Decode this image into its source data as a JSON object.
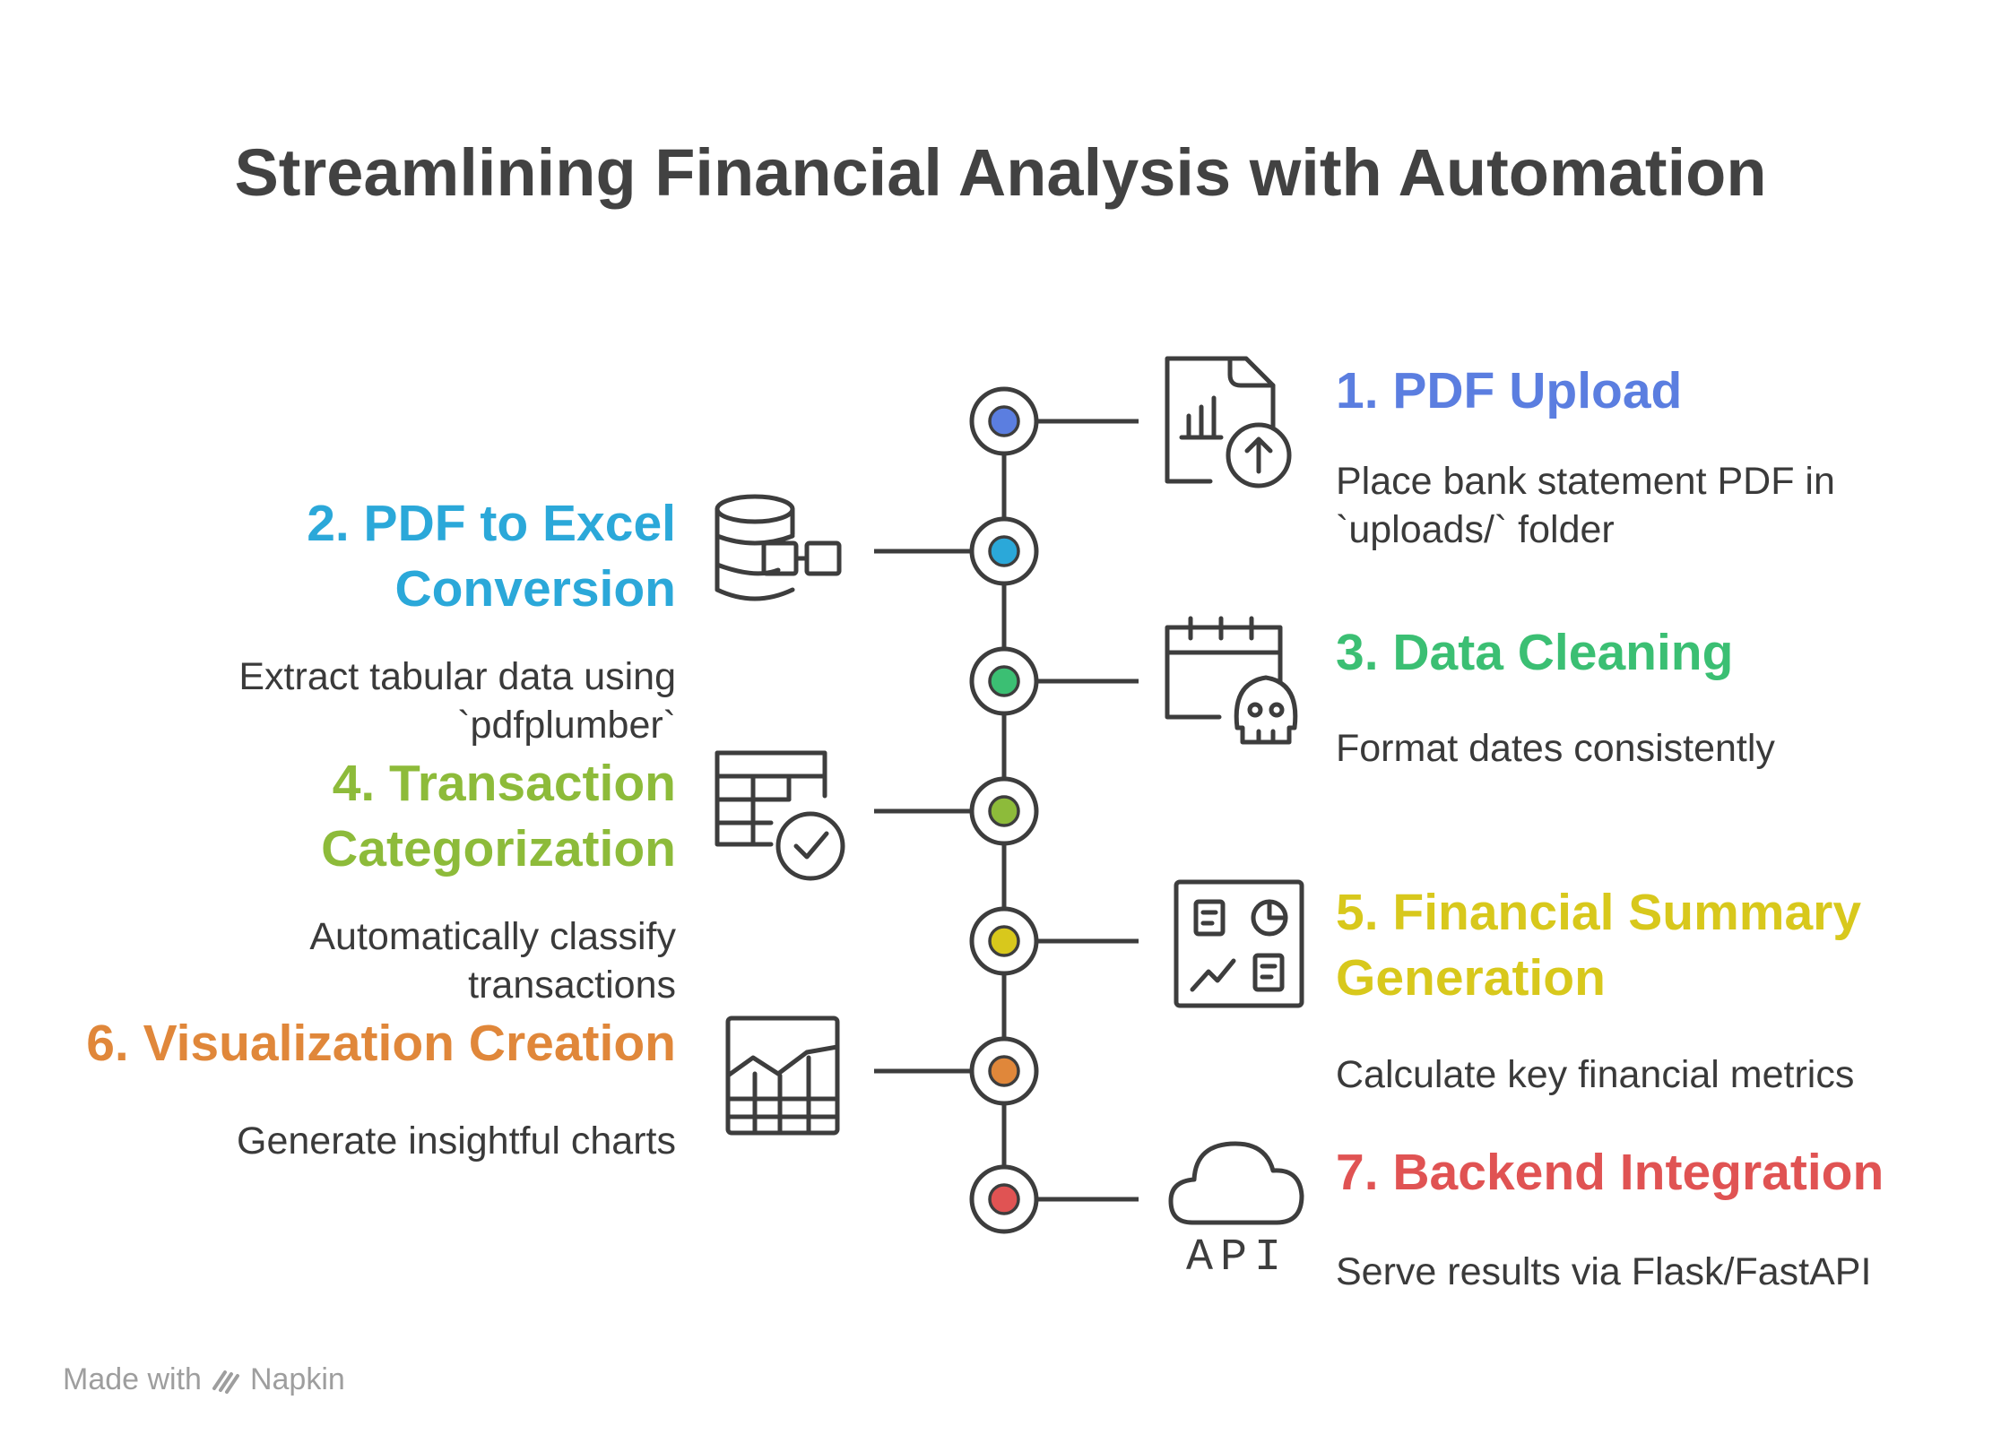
{
  "title": "Streamlining Financial Analysis with Automation",
  "colors": {
    "line": "#3d3d3d",
    "step1": "#5b7ee0",
    "step2": "#2ba8d9",
    "step3": "#3bbf73",
    "step4": "#8dbb3a",
    "step5": "#d8c81c",
    "step6": "#e0873a",
    "step7": "#e05353"
  },
  "steps": [
    {
      "title": "1. PDF Upload",
      "desc": "Place bank statement PDF in `uploads/` folder",
      "icon": "document-chart-upload-icon"
    },
    {
      "title": "2. PDF to Excel Conversion",
      "desc": "Extract tabular data using `pdfplumber`",
      "icon": "database-flow-icon"
    },
    {
      "title": "3. Data Cleaning",
      "desc": "Format dates consistently",
      "icon": "calendar-skull-icon"
    },
    {
      "title": "4. Transaction Categorization",
      "desc": "Automatically classify transactions",
      "icon": "table-check-icon"
    },
    {
      "title": "5. Financial Summary Generation",
      "desc": "Calculate key financial metrics",
      "icon": "dashboard-icon"
    },
    {
      "title": "6. Visualization Creation",
      "desc": "Generate insightful charts",
      "icon": "area-chart-icon"
    },
    {
      "title": "7. Backend Integration",
      "desc": "Serve results via Flask/FastAPI",
      "icon": "cloud-api-icon",
      "icon_label": "API"
    }
  ],
  "footer": {
    "made_with": "Made with",
    "brand": "Napkin"
  }
}
